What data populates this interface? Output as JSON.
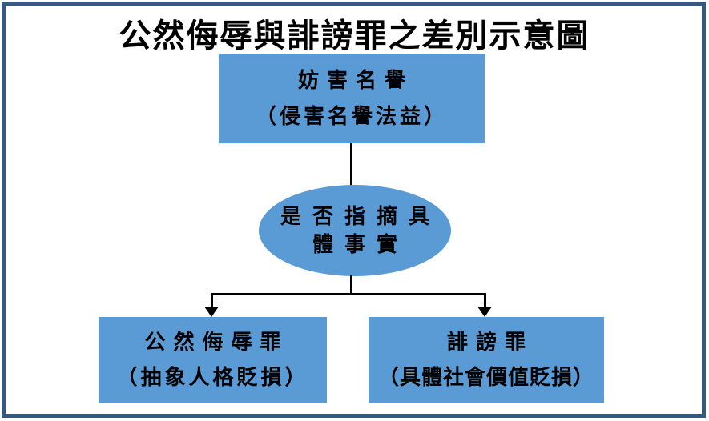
{
  "theme": {
    "page_bg": "#FFFFFF",
    "frame_border": "#36597F",
    "shape_fill": "#5B9BD5",
    "text_color": "#000000",
    "connector_color": "#000000"
  },
  "title": "公然侮辱與誹謗罪之差別示意圖",
  "flowchart": {
    "top_box": {
      "line1": "妨害名譽",
      "line2": "（侵害名譽法益）"
    },
    "decision_ellipse": {
      "line1": "是否指摘具",
      "line2": "體事實"
    },
    "left_box": {
      "line1": "公然侮辱罪",
      "line2": "（抽象人格貶損）"
    },
    "right_box": {
      "line1": "誹謗罪",
      "line2": "（具體社會價值貶損）"
    }
  }
}
